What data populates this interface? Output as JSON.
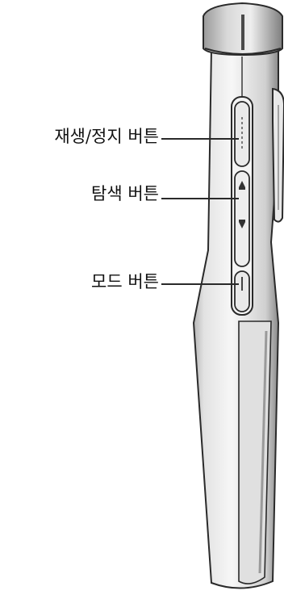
{
  "callouts": {
    "play_stop": "재생/정지 버튼",
    "search": "탐색 버튼",
    "mode": "모드 버튼"
  },
  "colors": {
    "line": "#2a2a2a",
    "body_fill": "#f2f2f2",
    "shade": "#9a9a9a",
    "background": "#ffffff"
  }
}
